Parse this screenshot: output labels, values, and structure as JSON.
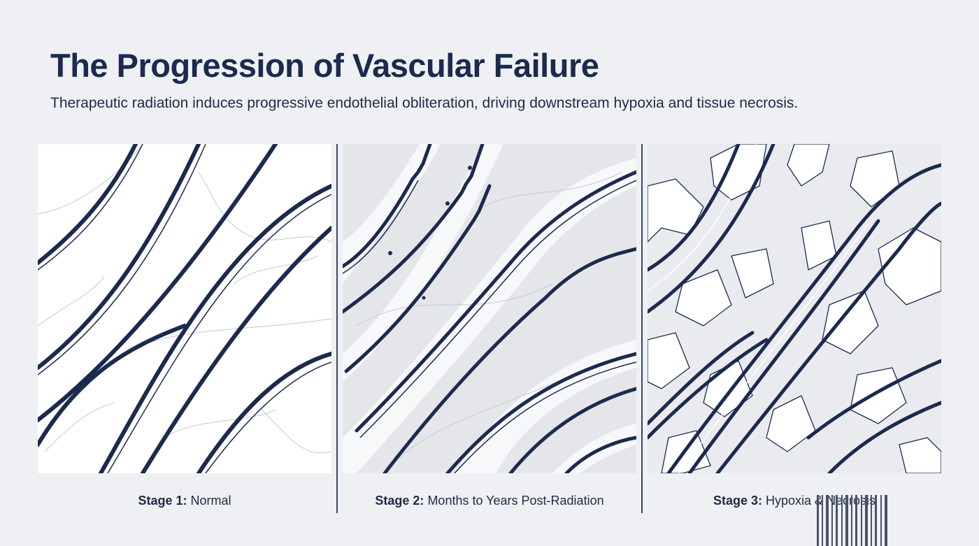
{
  "header": {
    "title": "The Progression of Vascular Failure",
    "subtitle": "Therapeutic radiation induces progressive endothelial obliteration, driving downstream hypoxia and tissue necrosis."
  },
  "stages": [
    {
      "label": "Stage 1:",
      "text": "Normal"
    },
    {
      "label": "Stage 2:",
      "text": "Months to Years Post-Radiation"
    },
    {
      "label": "Stage 3:",
      "text": "Hypoxia & Necrosis"
    }
  ],
  "colors": {
    "vessel_wall": "#1b2a4e",
    "faint_line": "#b9bfca",
    "fibrosis_fill": "#d6d9de",
    "background": "#eef0f3"
  }
}
